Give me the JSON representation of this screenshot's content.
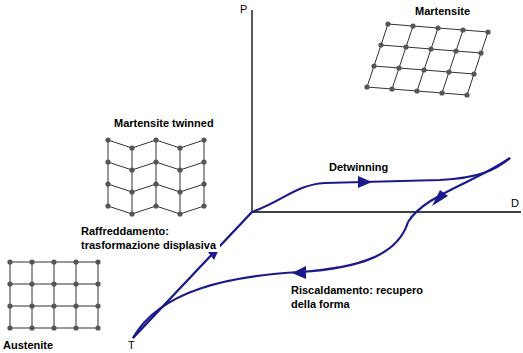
{
  "diagram": {
    "labels": [
      "P",
      "Martensite",
      "Martensite twinned",
      "Detwinning",
      "D",
      "Raffreddamento: trasformazione displasiva",
      "Riscaldamento: recupero della forma",
      "Austenite",
      "T"
    ]
  }
}
